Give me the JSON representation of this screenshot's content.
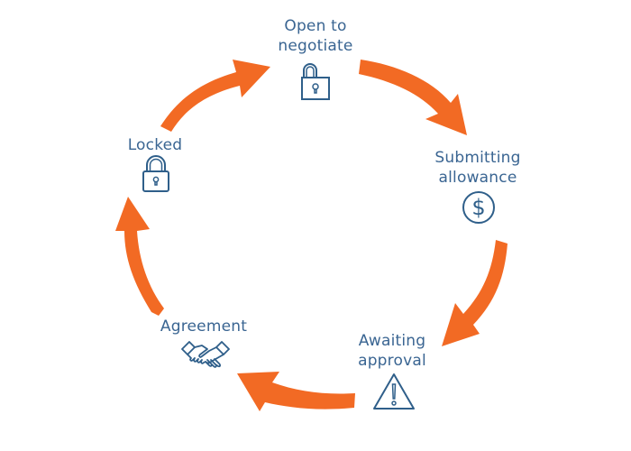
{
  "diagram": {
    "type": "cycle",
    "direction": "clockwise",
    "colors": {
      "arrow": "#f26a24",
      "text": "#3a6592",
      "icon": "#2f5f8a",
      "background": "#ffffff"
    },
    "stages": [
      {
        "label_line1": "Open to",
        "label_line2": "negotiate",
        "icon": "unlocked-padlock-icon"
      },
      {
        "label_line1": "Submitting",
        "label_line2": "allowance",
        "icon": "dollar-circle-icon"
      },
      {
        "label_line1": "Awaiting",
        "label_line2": "approval",
        "icon": "warning-triangle-icon"
      },
      {
        "label_line1": "Agreement",
        "label_line2": "",
        "icon": "handshake-icon"
      },
      {
        "label_line1": "Locked",
        "label_line2": "",
        "icon": "locked-padlock-icon"
      }
    ]
  }
}
